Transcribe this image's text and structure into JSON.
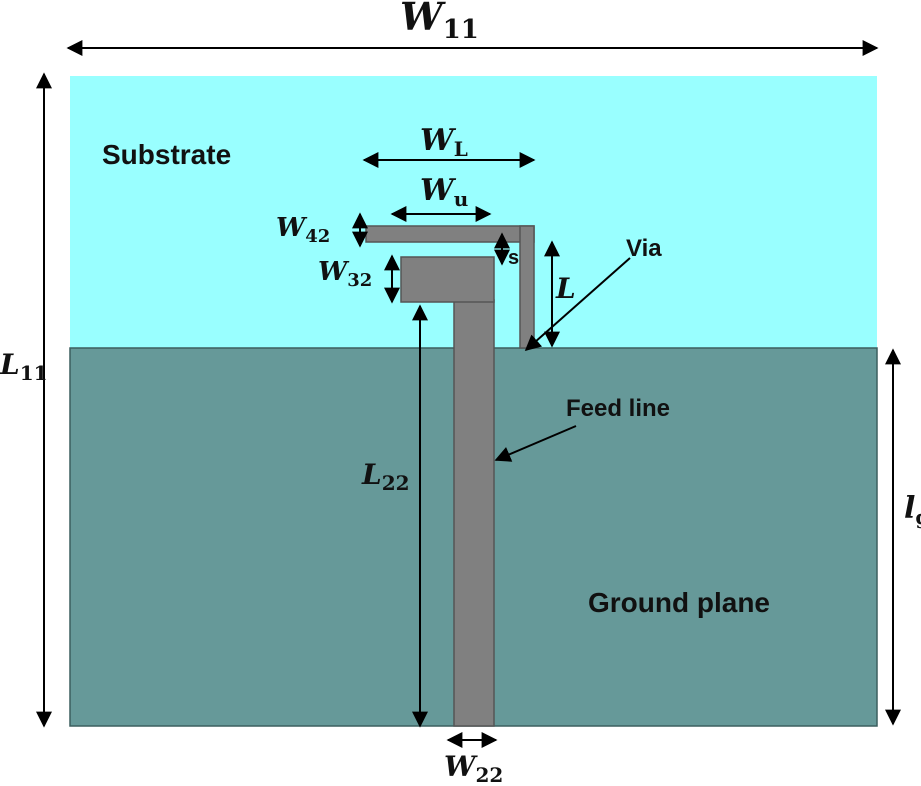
{
  "labels": {
    "substrate": "Substrate",
    "ground_plane": "Ground plane",
    "feed_line": "Feed line",
    "via": "Via",
    "s": "s"
  },
  "dimensions": {
    "W11": {
      "main": "W",
      "sub": "11"
    },
    "L11": {
      "main": "L",
      "sub": "11"
    },
    "WL": {
      "main": "W",
      "sub": "L"
    },
    "Wu": {
      "main": "W",
      "sub": "u"
    },
    "W42": {
      "main": "W",
      "sub": "42"
    },
    "W32": {
      "main": "W",
      "sub": "32"
    },
    "L": {
      "main": "L",
      "sub": ""
    },
    "L22": {
      "main": "L",
      "sub": "22"
    },
    "W22": {
      "main": "W",
      "sub": "22"
    },
    "lg": {
      "main": "l",
      "sub": "g"
    }
  },
  "colors": {
    "substrate": "#99ffff",
    "ground_plane": "#669999",
    "metal": "#808080"
  }
}
